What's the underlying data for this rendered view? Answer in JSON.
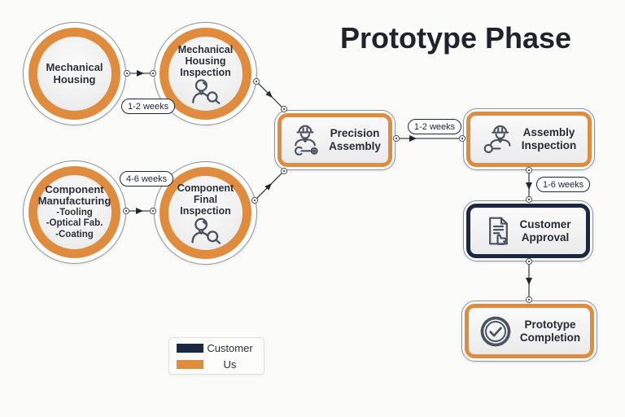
{
  "title": "Prototype Phase",
  "nodes": {
    "mechanical_housing": {
      "lines": [
        "Mechanical",
        "Housing"
      ]
    },
    "mechanical_housing_inspection": {
      "lines": [
        "Mechanical",
        "Housing",
        "Inspection"
      ]
    },
    "component_manufacturing": {
      "lines": [
        "Component",
        "Manufacturing"
      ],
      "sub_lines": [
        "-Tooling",
        "-Optical Fab.",
        "-Coating"
      ]
    },
    "component_final_inspection": {
      "lines": [
        "Component",
        "Final Inspection"
      ]
    },
    "precision_assembly": {
      "lines": [
        "Precision",
        "Assembly"
      ]
    },
    "assembly_inspection": {
      "lines": [
        "Assembly",
        "Inspection"
      ]
    },
    "customer_approval": {
      "lines": [
        "Customer",
        "Approval"
      ]
    },
    "prototype_completion": {
      "lines": [
        "Prototype",
        "Completion"
      ]
    }
  },
  "duration_labels": {
    "housing_to_inspection": "1-2 weeks",
    "manufacturing_to_inspection": "4-6 weeks",
    "assembly_to_assembly_inspection": "1-2 weeks",
    "inspection_to_approval": "1-6 weeks"
  },
  "legend": {
    "items": [
      {
        "label": "Customer",
        "color": "#1C2742"
      },
      {
        "label": "Us",
        "color": "#E08C3E"
      }
    ]
  },
  "colors": {
    "us_orange": "#E08C3E",
    "customer_navy": "#1C2742",
    "connector": "#3f444c"
  }
}
